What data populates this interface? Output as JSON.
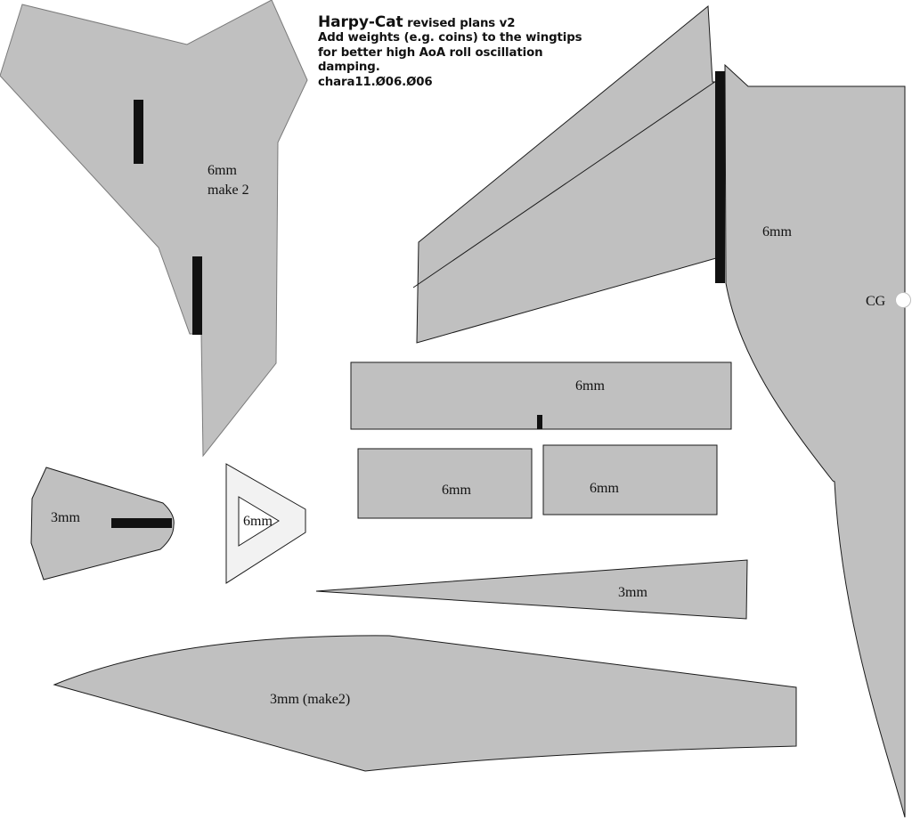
{
  "title_block": {
    "name": "Harpy-Cat",
    "subtitle": "revised plans v2",
    "lines": [
      "Add weights (e.g. coins) to the wingtips",
      "for better high AoA roll oscillation",
      "damping.",
      "chara11.Ø06.Ø06"
    ]
  },
  "parts": {
    "fin": {
      "thickness": "6mm",
      "quantity": "make 2"
    },
    "wing": {},
    "fuselage": {
      "thickness": "6mm",
      "cg_label": "CG"
    },
    "long_rect": {
      "thickness": "6mm"
    },
    "rect_left": {
      "thickness": "6mm"
    },
    "rect_right": {
      "thickness": "6mm"
    },
    "nose_piece": {
      "thickness": "3mm"
    },
    "trapezoid_frame": {
      "thickness": "6mm"
    },
    "sliver": {
      "thickness": "3mm"
    },
    "side_strake": {
      "thickness": "3mm (make2)"
    }
  },
  "colors": {
    "part_fill": "#c0c0c0",
    "slot": "#111111",
    "frame_fill": "#f2f2f2"
  }
}
